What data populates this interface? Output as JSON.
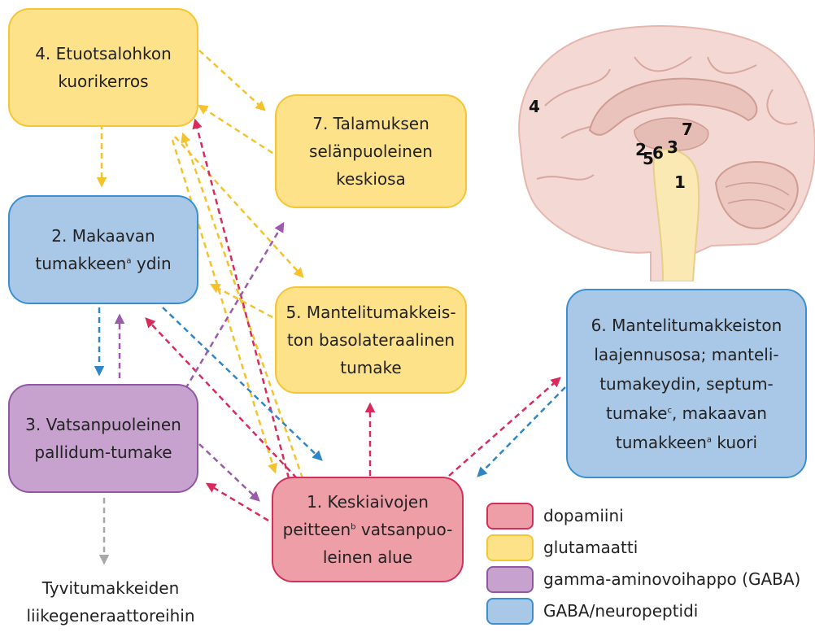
{
  "boxes": {
    "b4": {
      "line1": "4. Etuotsalohkon",
      "line2": "kuorikerros"
    },
    "b7": {
      "line1": "7. Talamuksen",
      "line2": "selänpuoleinen",
      "line3": "keskiosa"
    },
    "b2": {
      "line1": "2. Makaavan",
      "line2a": "tumakkeen",
      "sup": "a",
      "line2b": " ydin"
    },
    "b5": {
      "line1": "5. Mantelitumakkeis-",
      "line2": "ton basolateraalinen",
      "line3": "tumake"
    },
    "b6": {
      "line1": "6. Mantelitumakkeiston",
      "line2": "laajennusosa; manteli-",
      "line3": "tumakeydin, septum-",
      "line4a": "tumake",
      "sup4": "c",
      "line4b": ", makaavan",
      "line5a": "tumakkeen",
      "sup5": "a",
      "line5b": " kuori"
    },
    "b3": {
      "line1": "3. Vatsanpuoleinen",
      "line2": "pallidum-tumake"
    },
    "b1": {
      "line1": "1. Keskiaivojen",
      "line2a": "peitteen",
      "sup": "b",
      "line2b": " vatsanpuo-",
      "line3": "leinen alue"
    }
  },
  "output_label": {
    "line1": "Tyvitumakkeiden",
    "line2": "liikegeneraattoreihin"
  },
  "legend": [
    {
      "label": "dopamiini",
      "fill": "#ee9ea7",
      "border": "#d22f5c"
    },
    {
      "label": "glutamaatti",
      "fill": "#fde28a",
      "border": "#f6c533"
    },
    {
      "label": "gamma-aminovoihappo (GABA)",
      "fill": "#c7a2cf",
      "border": "#9058a3"
    },
    {
      "label": "GABA/neuropeptidi",
      "fill": "#a9c8e8",
      "border": "#3a8fcf"
    }
  ],
  "brain_labels": [
    "4",
    "7",
    "2",
    "5",
    "6",
    "3",
    "1"
  ],
  "colors": {
    "dopamine": "#d92b5b",
    "glutamate": "#f5c22c",
    "gaba": "#9b5aac",
    "neuropeptide": "#2f86c6",
    "output": "#a8a8a8"
  }
}
